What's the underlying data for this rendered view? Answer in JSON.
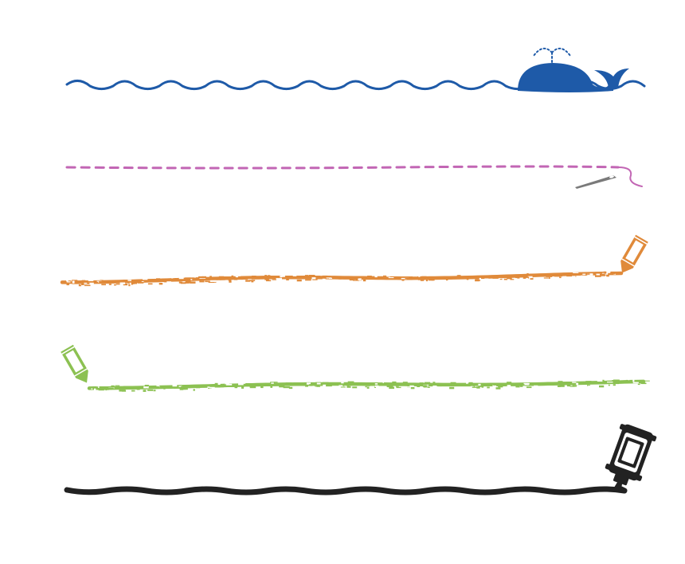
{
  "colors": {
    "whale_blue": "#1e5aa8",
    "stitch_pink": "#c266b4",
    "needle_gray": "#7a7a7a",
    "crayon_orange": "#e08a3a",
    "crayon_green": "#8cc152",
    "marker_black": "#222222",
    "background": "#ffffff"
  },
  "decorations": [
    {
      "id": "wave-line",
      "style": "wavy",
      "icon": "whale-icon"
    },
    {
      "id": "stitch-line",
      "style": "dashed-stitch",
      "icon": "needle-icon"
    },
    {
      "id": "orange-crayon-line",
      "style": "crayon",
      "icon": "orange-crayon-icon"
    },
    {
      "id": "green-crayon-line",
      "style": "crayon",
      "icon": "green-crayon-icon"
    },
    {
      "id": "marker-line",
      "style": "marker",
      "icon": "marker-icon"
    }
  ]
}
